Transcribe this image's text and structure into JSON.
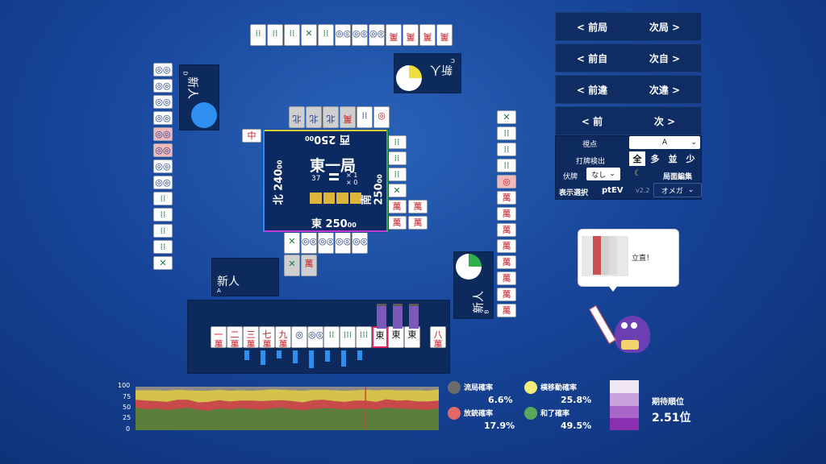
{
  "nav": {
    "prev_round": "< 前局",
    "next_round": "次局 >",
    "prev_self": "< 前自",
    "next_self": "次自 >",
    "prev_diff": "< 前違",
    "next_diff": "次違 >",
    "prev": "< 前",
    "next": "次 >"
  },
  "controls": {
    "viewpoint_label": "視点",
    "viewpoint_value": "A",
    "discard_label": "打牌検出",
    "seg_all": "全",
    "seg_many": "多",
    "seg_normal": "並",
    "seg_few": "少",
    "hide_label": "伏牌",
    "hide_value": "なし",
    "moon": "☾",
    "edit_label": "局面編集",
    "display_label": "表示選択",
    "ptev": "ptEV",
    "version": "v2.2",
    "omega": "オメガ"
  },
  "center": {
    "round": "東一局",
    "tiles_left": "37",
    "honba": "× 1",
    "riichi": "× 0",
    "east": "東 250",
    "east_sub": "00",
    "south": "南 250",
    "south_sub": "00",
    "west": "西 250",
    "west_sub": "00",
    "north": "北 240",
    "north_sub": "00"
  },
  "players": {
    "A": {
      "name": "新人",
      "seat": "A"
    },
    "B": {
      "name": "新人",
      "seat": "B"
    },
    "C": {
      "name": "新人",
      "seat": "C"
    },
    "D": {
      "name": "新人",
      "seat": "D"
    }
  },
  "hand": [
    {
      "top": "一",
      "bot": "萬",
      "c": "red"
    },
    {
      "top": "二",
      "bot": "萬",
      "c": "red"
    },
    {
      "top": "三",
      "bot": "萬",
      "c": "red"
    },
    {
      "top": "七",
      "bot": "萬",
      "c": "red"
    },
    {
      "top": "九",
      "bot": "萬",
      "c": "red"
    },
    {
      "top": "◎",
      "bot": "",
      "c": "blue"
    },
    {
      "top": "◎◎",
      "bot": "",
      "c": "blue"
    },
    {
      "top": "⁞⁞",
      "bot": "",
      "c": "green"
    },
    {
      "top": "⁞⁞⁞",
      "bot": "",
      "c": "green"
    },
    {
      "top": "⁞⁞⁞",
      "bot": "",
      "c": "green"
    },
    {
      "top": "東",
      "bot": "",
      "c": "dark"
    },
    {
      "top": "東",
      "bot": "",
      "c": "dark"
    },
    {
      "top": "東",
      "bot": "",
      "c": "dark"
    }
  ],
  "drawn_tile": {
    "top": "八",
    "bot": "萬"
  },
  "speech": "立直！",
  "prob": {
    "draw_label": "流局確率",
    "draw_value": "6.6%",
    "move_label": "横移動確率",
    "move_value": "25.8%",
    "dealin_label": "放銃確率",
    "dealin_value": "17.9%",
    "win_label": "和了確率",
    "win_value": "49.5%",
    "rank_label": "期待順位",
    "rank_value": "2.51位"
  },
  "chart_data": {
    "type": "area",
    "yticks": [
      "100",
      "75",
      "50",
      "25",
      "0"
    ],
    "ylim": [
      0,
      100
    ],
    "series": [
      {
        "color": "#5a7d3a",
        "values": [
          52,
          48,
          50,
          46,
          49,
          52,
          47,
          45,
          50,
          48,
          51,
          49,
          47,
          50,
          52,
          48,
          46,
          49,
          51,
          50,
          47,
          49,
          50,
          48,
          52,
          50,
          49,
          48,
          47,
          50
        ]
      },
      {
        "color": "#c84a4a",
        "values": [
          18,
          20,
          17,
          19,
          21,
          18,
          17,
          20,
          19,
          18,
          17,
          19,
          20,
          18,
          17,
          19,
          18,
          20,
          19,
          17,
          18,
          19,
          18,
          17,
          19,
          18,
          20,
          18,
          19,
          18
        ]
      },
      {
        "color": "#d6c24a",
        "values": [
          22,
          24,
          25,
          26,
          23,
          22,
          27,
          26,
          24,
          25,
          24,
          23,
          25,
          26,
          24,
          25,
          27,
          24,
          23,
          25,
          26,
          24,
          25,
          27,
          22,
          24,
          23,
          26,
          25,
          26
        ]
      },
      {
        "color": "#8a8a8a",
        "values": [
          8,
          8,
          8,
          9,
          7,
          8,
          9,
          9,
          7,
          9,
          8,
          9,
          8,
          6,
          7,
          8,
          9,
          7,
          7,
          8,
          9,
          8,
          7,
          8,
          7,
          8,
          8,
          8,
          9,
          6
        ]
      }
    ],
    "marker_index": 22
  },
  "colors": {
    "draw": "#6b6b6b",
    "move": "#f3ec7a",
    "dealin": "#e06a6a",
    "win": "#5aa85a"
  }
}
